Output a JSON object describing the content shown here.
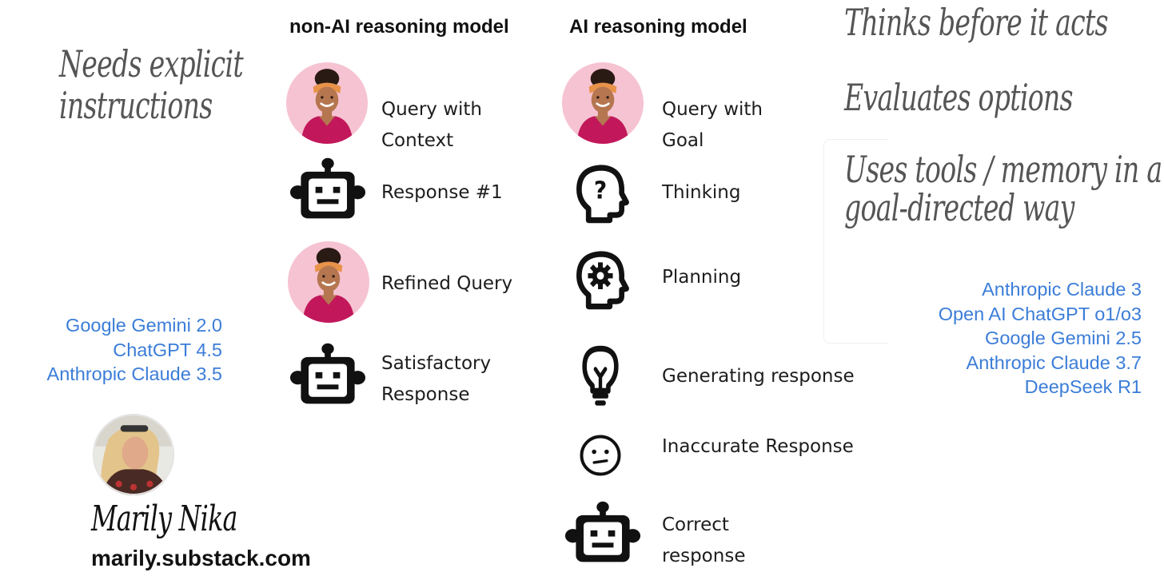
{
  "headers": {
    "non_ai": "non-AI reasoning model",
    "ai": "AI reasoning model"
  },
  "left": {
    "note_line1": "Needs explicit",
    "note_line2": "instructions",
    "models": [
      "Google Gemini 2.0",
      "ChatGPT 4.5",
      "Anthropic Claude 3.5"
    ]
  },
  "non_ai_steps": [
    {
      "line1": "Query with",
      "line2": "Context",
      "icon": "person-avatar"
    },
    {
      "line1": "Response #1",
      "icon": "robot-icon"
    },
    {
      "line1": "Refined Query",
      "icon": "person-avatar"
    },
    {
      "line1": "Satisfactory",
      "line2": "Response",
      "icon": "robot-icon"
    }
  ],
  "ai_steps": [
    {
      "line1": "Query with",
      "line2": "Goal",
      "icon": "person-avatar"
    },
    {
      "line1": "Thinking",
      "icon": "head-question-icon"
    },
    {
      "line1": "Planning",
      "icon": "head-gear-icon"
    },
    {
      "line1": "Generating response",
      "icon": "lightbulb-icon"
    },
    {
      "line1": "Inaccurate Response",
      "icon": "neutral-face-icon"
    },
    {
      "line1": "Correct",
      "line2": "response",
      "icon": "robot-icon"
    }
  ],
  "right": {
    "note1": "Thinks before it acts",
    "note2": "Evaluates options",
    "note3_line1": "Uses tools / memory in a",
    "note3_line2": "goal-directed way",
    "models": [
      "Anthropic Claude 3",
      "Open AI ChatGPT o1/o3",
      "Google Gemini 2.5",
      "Anthropic Claude 3.7",
      "DeepSeek R1"
    ]
  },
  "author": {
    "name": "Marily Nika",
    "site": "marily.substack.com"
  },
  "colors": {
    "link_blue": "#3b7dd8",
    "avatar_pink": "#f6c3d2",
    "icon_dark": "#111111"
  }
}
